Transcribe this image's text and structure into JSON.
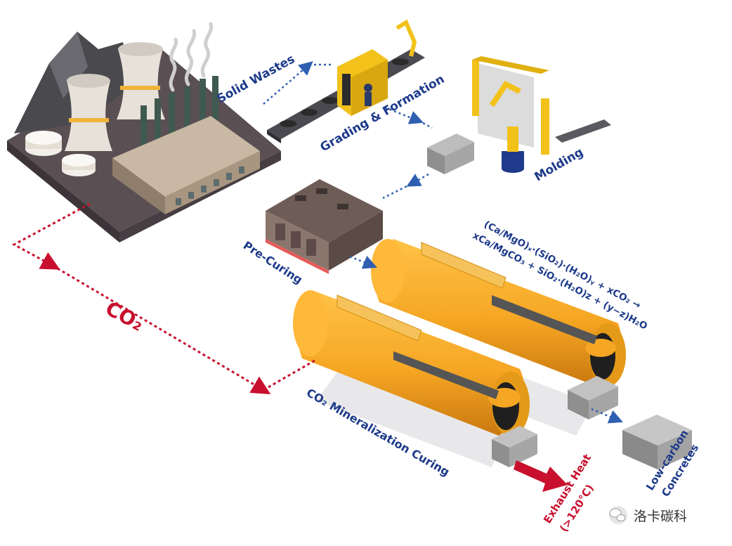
{
  "labels": {
    "solid_wastes": "Solid Wastes",
    "grading_formation": "Grading & Formation",
    "molding": "Molding",
    "pre_curing": "Pre-Curing",
    "co2": "CO₂",
    "mineralization_curing": "CO₂ Mineralization Curing",
    "exhaust_heat_line1": "Exhaust Heat",
    "exhaust_heat_line2": "(>120°C)",
    "low_carbon_line1": "Low-carbon",
    "low_carbon_line2": "Concretes",
    "equation_line1": "(Ca/MgO)ₓ·(SiO₂)·(H₂O)ᵧ + xCO₂ →",
    "equation_line2": "xCa/MgCO₃ + SiO₂·(H₂O)z + (y−z)H₂O"
  },
  "watermark": {
    "text": "洛卡碳科",
    "icon": "wechat-icon"
  },
  "colors": {
    "label_blue": "#1d3a8a",
    "co2_red": "#c8102e",
    "tank_orange": "#f5a623",
    "machine_yellow": "#f2c21b",
    "flow_dots": "#2f5fb0"
  }
}
